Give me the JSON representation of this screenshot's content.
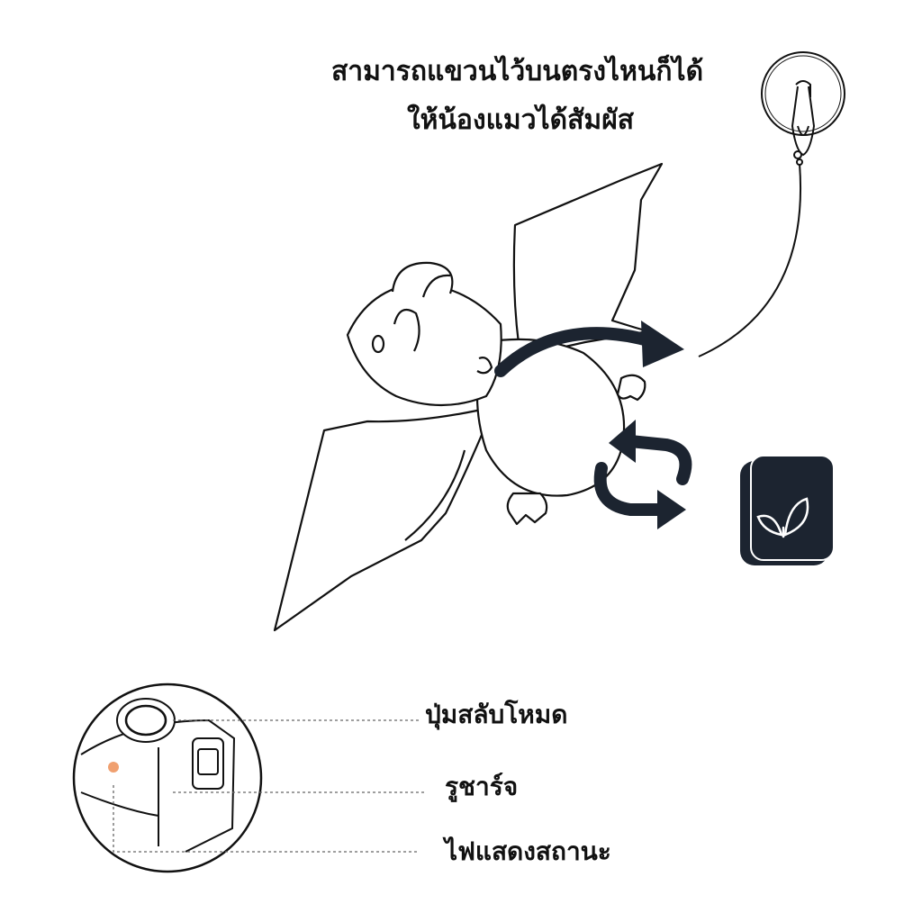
{
  "instruction": {
    "line1": "สามารถแขวนไว้บนตรงไหนก็ได้",
    "line2": "ให้น้องแมวได้สัมผัส"
  },
  "callouts": {
    "mode_button": "ปุ่มสลับโหมด",
    "charging_port": "รูชาร์จ",
    "status_light": "ไฟแสดงสถานะ"
  },
  "colors": {
    "line": "#111111",
    "arrow": "#1c2430",
    "badge": "#1c2430",
    "status_light": "#f0a070"
  },
  "icons": {
    "hook": "suction-hook-icon",
    "leaf": "leaf-icon"
  }
}
